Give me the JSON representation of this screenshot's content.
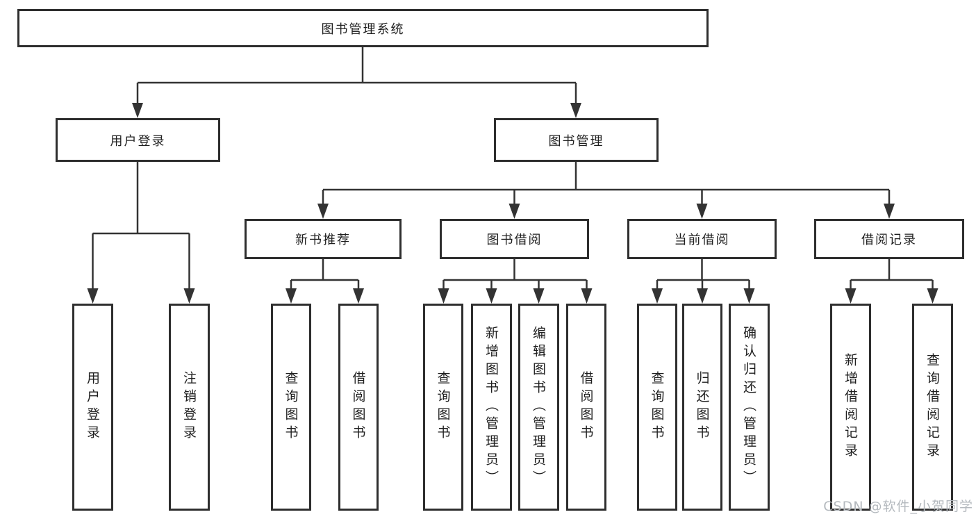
{
  "diagram_type": "tree",
  "nodes": {
    "root": "图书管理系统",
    "user_login": "用户登录",
    "book_mgmt": "图书管理",
    "new_book_rec": "新书推荐",
    "book_borrow": "图书借阅",
    "current_borrow": "当前借阅",
    "borrow_records": "借阅记录",
    "a1": "用户登录",
    "a2": "注销登录",
    "b1": "查询图书",
    "b2": "借阅图书",
    "c1": "查询图书",
    "c2": "新增图书（管理员）",
    "c3": "编辑图书（管理员）",
    "c4": "借阅图书",
    "d1": "查询图书",
    "d2": "归还图书",
    "d3": "确认归还（管理员）",
    "e1": "新增借阅记录",
    "e2": "查询借阅记录"
  },
  "hierarchy": {
    "图书管理系统": [
      "用户登录",
      "图书管理"
    ],
    "用户登录": [
      "用户登录",
      "注销登录"
    ],
    "图书管理": [
      "新书推荐",
      "图书借阅",
      "当前借阅",
      "借阅记录"
    ],
    "新书推荐": [
      "查询图书",
      "借阅图书"
    ],
    "图书借阅": [
      "查询图书",
      "新增图书（管理员）",
      "编辑图书（管理员）",
      "借阅图书"
    ],
    "当前借阅": [
      "查询图书",
      "归还图书",
      "确认归还（管理员）"
    ],
    "借阅记录": [
      "新增借阅记录",
      "查询借阅记录"
    ]
  },
  "watermark": "CSDN @软件_小贺同学",
  "colors": {
    "line": "#333333",
    "box_border": "#2e2e2e",
    "text": "#1f1f1f",
    "watermark": "#b4b9be",
    "background": "#ffffff"
  }
}
